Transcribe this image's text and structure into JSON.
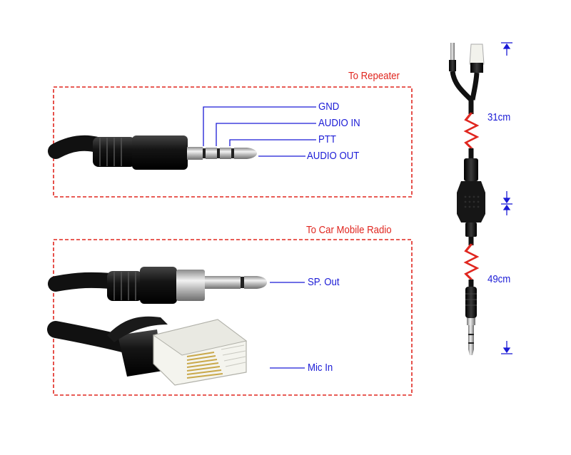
{
  "repeater": {
    "title": "To Repeater",
    "pins": [
      "GND",
      "AUDIO IN",
      "PTT",
      "AUDIO OUT"
    ]
  },
  "mobile": {
    "title": "To Car Mobile Radio",
    "pins": [
      "SP. Out",
      "Mic In"
    ]
  },
  "lengths": {
    "upper": "31cm",
    "lower": "49cm"
  },
  "colors": {
    "frame": "#e0261f",
    "label": "#1b1bd6",
    "cable": "#111111",
    "metal": "#c8c8c8",
    "wire_red": "#e0261f"
  }
}
